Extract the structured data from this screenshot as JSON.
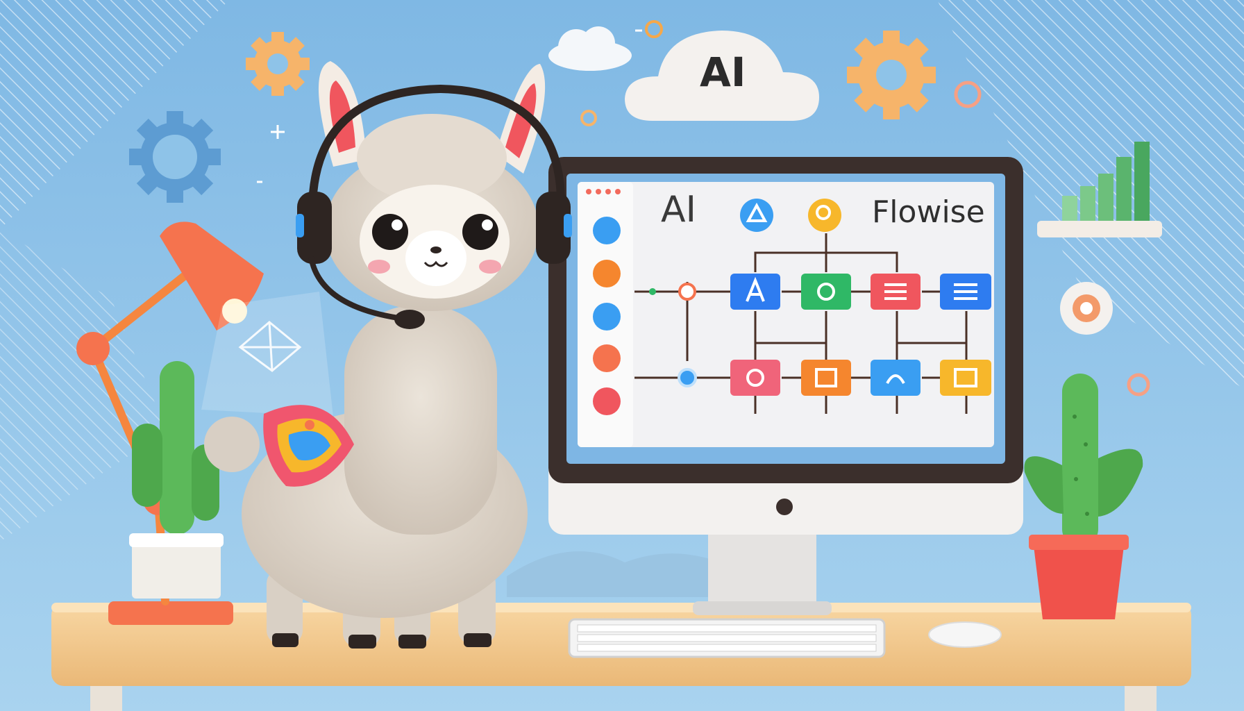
{
  "cloud": {
    "label": "AI"
  },
  "screen": {
    "heading_left": "AI",
    "heading_right": "Flowise",
    "sidebar_icons": [
      "node-icon",
      "node-icon",
      "node-icon",
      "node-icon",
      "node-icon"
    ]
  },
  "colors": {
    "background": "#8ec3e8",
    "accent_orange": "#f6a84a",
    "node_blue": "#2e7cf0",
    "node_green": "#2fb866",
    "node_red": "#f0565e",
    "node_orange": "#f5862e",
    "node_yellow": "#f7b72b",
    "desk": "#f3c98b",
    "llama": "#dcd3c8"
  }
}
